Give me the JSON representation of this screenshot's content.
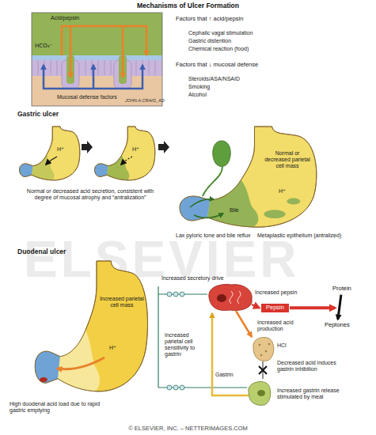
{
  "diagram": {
    "title": "Mechanisms of Ulcer Formation",
    "nodes": [
      {
        "text": [
          "Pepsin"
        ]
      },
      {
        "text": [
          "Protein"
        ]
      },
      {
        "text": [
          "Peptones"
        ]
      }
    ],
    "edges": [
      {
        "from": 1,
        "to": 2,
        "arrow": "to"
      }
    ],
    "labels": [
      "Acid/pepsin",
      "HCO₃⁻",
      "Mucosal defense factors",
      "JOHN A.CRAIG_AD",
      "Factors that ↑ acid/pepsin",
      "Cephalic vagal stimulation",
      "Gastric distention",
      "Chemical reaction (food)",
      "Factors that ↓ mucosal defense",
      "Steroids/ASA/NSAID",
      "Smoking",
      "Alcohol",
      "Gastric ulcer",
      "H⁺",
      "H⁺",
      "Normal or decreased acid secretion, consistent with degree of mucosal atrophy and “antralization”",
      "H⁺",
      "Normal or decreased parietal cell mass",
      "Lax pyloric tone and bile reflux",
      "Bile",
      "Metaplastic epithelium (antralized)",
      "Duodenal ulcer",
      "Increased parietal cell mass",
      "H⁺",
      "High duodenal acid load due to rapid gastric emptying",
      "Increased secretory drive",
      "Increased pepsin",
      "Increased acid production",
      "HCl",
      "Decreased acid induces gastrin inhibition",
      "Increased parietal cell sensitivity to gastrin",
      "Gastrin",
      "Increased gastrin release stimulated by meal",
      "ELSEVIER",
      "© ELSEVIER, INC. – NETTERIMAGES.COM"
    ]
  }
}
